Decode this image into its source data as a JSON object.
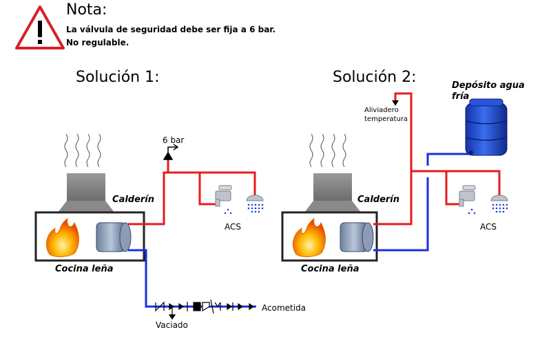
{
  "note": {
    "title": "Nota:",
    "line1": "La válvula de seguridad debe ser fija a 6 bar.",
    "line2": "No regulable."
  },
  "solution1": {
    "title": "Solución 1:",
    "calderin": "Calderín",
    "cocina": "Cocina leña",
    "pressure": "6 bar",
    "acs": "ACS",
    "vaciado": "Vaciado",
    "acometida": "Acometida"
  },
  "solution2": {
    "title": "Solución 2:",
    "calderin": "Calderín",
    "cocina": "Cocina leña",
    "aliviadero_1": "Aliviadero",
    "aliviadero_2": "temperatura",
    "deposito_1": "Depósito agua",
    "deposito_2": "fría",
    "acs": "ACS"
  },
  "colors": {
    "hot_pipe": "#e8191c",
    "cold_pipe": "#1a2ee0",
    "stove_frame": "#222222",
    "warning": "#d62027",
    "tank": "#1e4fd6"
  }
}
